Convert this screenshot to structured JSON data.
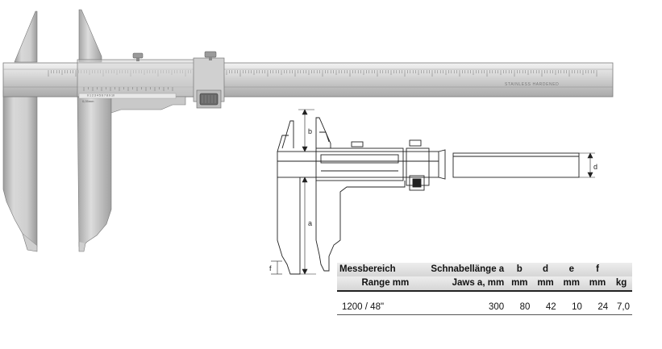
{
  "photo": {
    "scale_label": "STAINLESS HARDENED",
    "vernier_label": "0,05mm",
    "vernier_digits": "0 1 2 3 4 5 6 7 8 9 10"
  },
  "drawing": {
    "dim_b": "b",
    "dim_a": "a",
    "dim_d": "d",
    "dim_f": "f"
  },
  "table": {
    "headers": {
      "range_de": "Messbereich",
      "range_en": "Range mm",
      "jaw_de": "Schnabellänge a",
      "jaw_en": "Jaws a, mm",
      "b": "b",
      "d": "d",
      "e": "e",
      "f": "f",
      "unit_mm": "mm",
      "unit_kg": "kg"
    },
    "row": {
      "range": "1200  /  48\"",
      "jaw": "300",
      "b": "80",
      "d": "42",
      "e": "10",
      "f": "24",
      "kg": "7,0"
    }
  },
  "colors": {
    "steel_light": "#e4e4e4",
    "steel_mid": "#b8b8b8",
    "steel_dark": "#8a8a8a",
    "line": "#222222"
  }
}
